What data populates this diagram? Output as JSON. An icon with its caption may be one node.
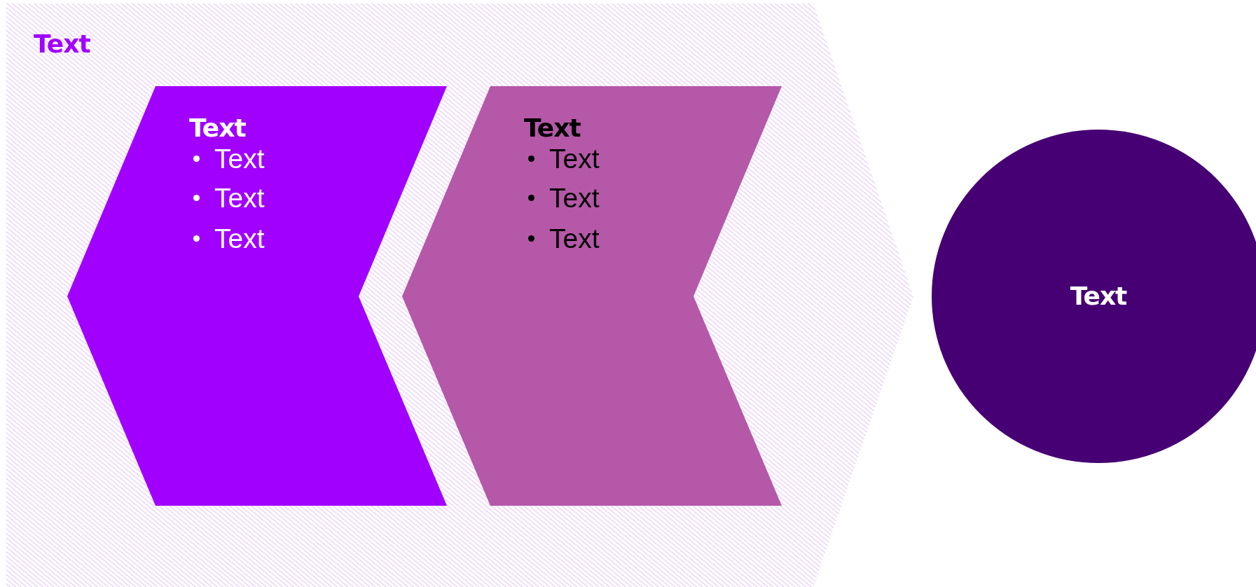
{
  "diagram": {
    "nodes": [
      {
        "text": [
          "Text"
        ]
      },
      {
        "text": [
          "Text",
          "Text",
          "Text",
          "Text"
        ],
        "in": 0
      },
      {
        "text": [
          "Text",
          "Text",
          "Text",
          "Text"
        ],
        "in": 0
      },
      {
        "text": [
          "Text"
        ]
      }
    ]
  }
}
